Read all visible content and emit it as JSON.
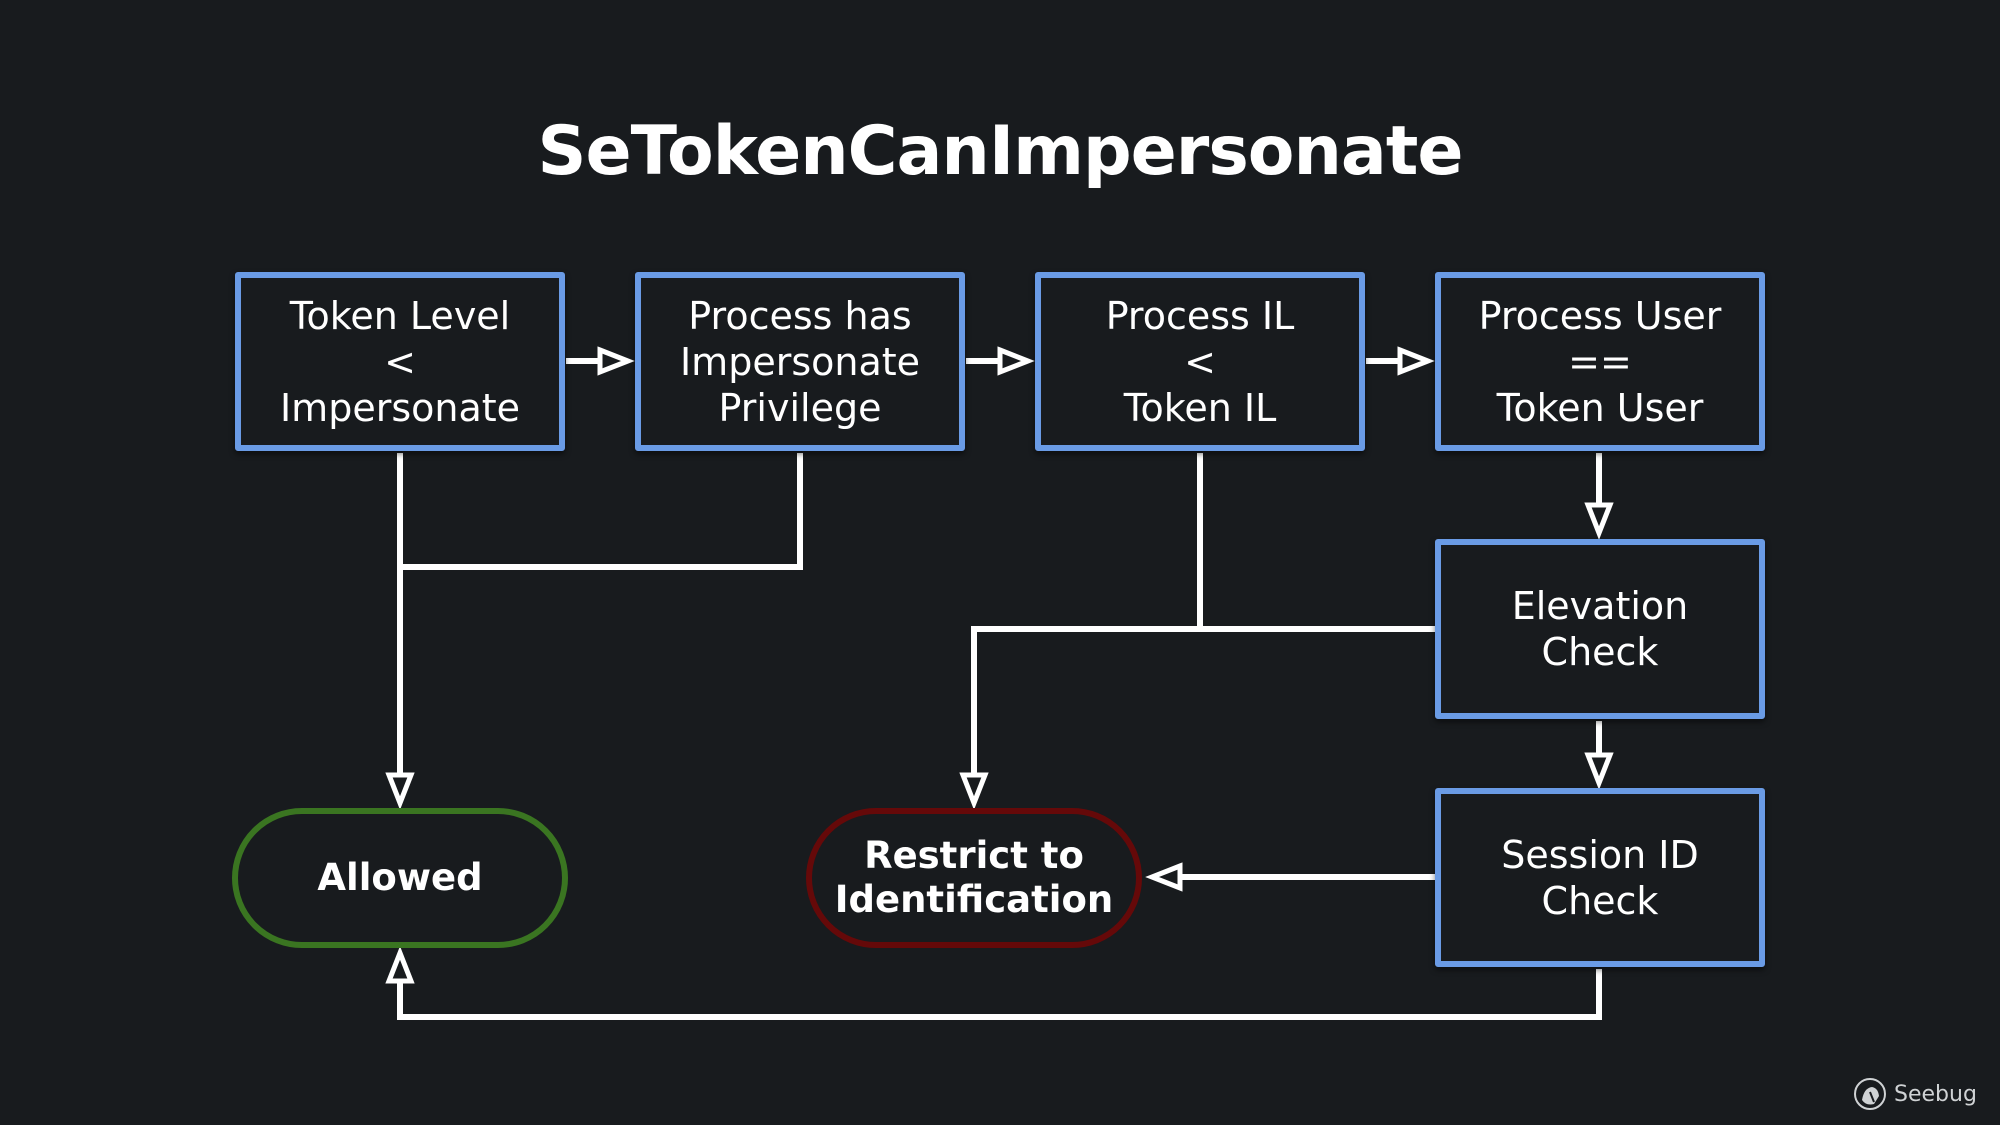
{
  "title": "SeTokenCanImpersonate",
  "colors": {
    "background": "#181b1e",
    "check_border": "#6a9be5",
    "allowed_border": "#3a7521",
    "restrict_border": "#650909",
    "connector": "#ffffff"
  },
  "nodes": {
    "token_level": {
      "lines": [
        "Token Level",
        "<",
        "Impersonate"
      ]
    },
    "impersonate_privilege": {
      "lines": [
        "Process has",
        "Impersonate",
        "Privilege"
      ]
    },
    "process_il": {
      "lines": [
        "Process IL",
        "<",
        "Token IL"
      ]
    },
    "process_user": {
      "lines": [
        "Process User",
        "==",
        "Token User"
      ]
    },
    "elevation_check": {
      "lines": [
        "Elevation",
        "Check"
      ]
    },
    "session_id_check": {
      "lines": [
        "Session ID",
        "Check"
      ]
    },
    "allowed": {
      "lines": [
        "Allowed"
      ]
    },
    "restrict": {
      "lines": [
        "Restrict to",
        "Identification"
      ]
    }
  },
  "edges": [
    {
      "from": "token_level",
      "to": "impersonate_privilege"
    },
    {
      "from": "impersonate_privilege",
      "to": "process_il"
    },
    {
      "from": "process_il",
      "to": "process_user"
    },
    {
      "from": "process_user",
      "to": "elevation_check"
    },
    {
      "from": "elevation_check",
      "to": "session_id_check"
    },
    {
      "from": "token_level",
      "to": "allowed"
    },
    {
      "from": "impersonate_privilege",
      "to": "allowed"
    },
    {
      "from": "process_il",
      "to": "restrict"
    },
    {
      "from": "elevation_check",
      "to": "restrict"
    },
    {
      "from": "session_id_check",
      "to": "restrict"
    },
    {
      "from": "session_id_check",
      "to": "allowed"
    }
  ],
  "watermark": {
    "icon": "seebug-logo-icon",
    "text": "Seebug"
  }
}
